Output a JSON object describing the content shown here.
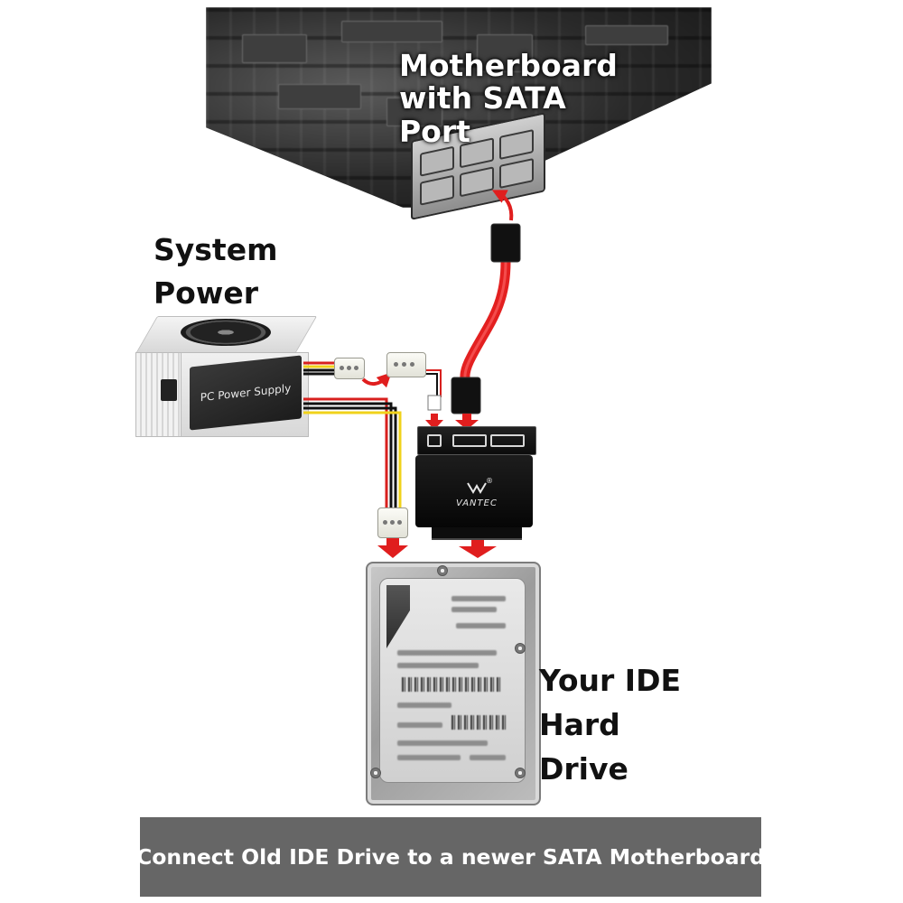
{
  "labels": {
    "motherboard": "Motherboard with SATA Port",
    "power_supply": "System Power Supply",
    "hard_drive": "Your IDE Hard Drive",
    "psu_panel": "PC Power Supply",
    "adapter_brand": "VANTEC",
    "adapter_reg_mark": "®"
  },
  "caption": "Connect Old IDE Drive to a newer SATA Motherboard",
  "colors": {
    "arrow": "#e01e1e",
    "sata_cable": "#e32020",
    "caption_bar": "#666666",
    "wire_red": "#d8201e",
    "wire_yellow": "#f0d21a",
    "wire_black": "#111111"
  },
  "icons": {
    "arrow_motherboard": "curved-arrow-up-icon",
    "arrow_molex": "curved-arrow-right-icon",
    "arrow_down": "arrow-down-icon"
  }
}
